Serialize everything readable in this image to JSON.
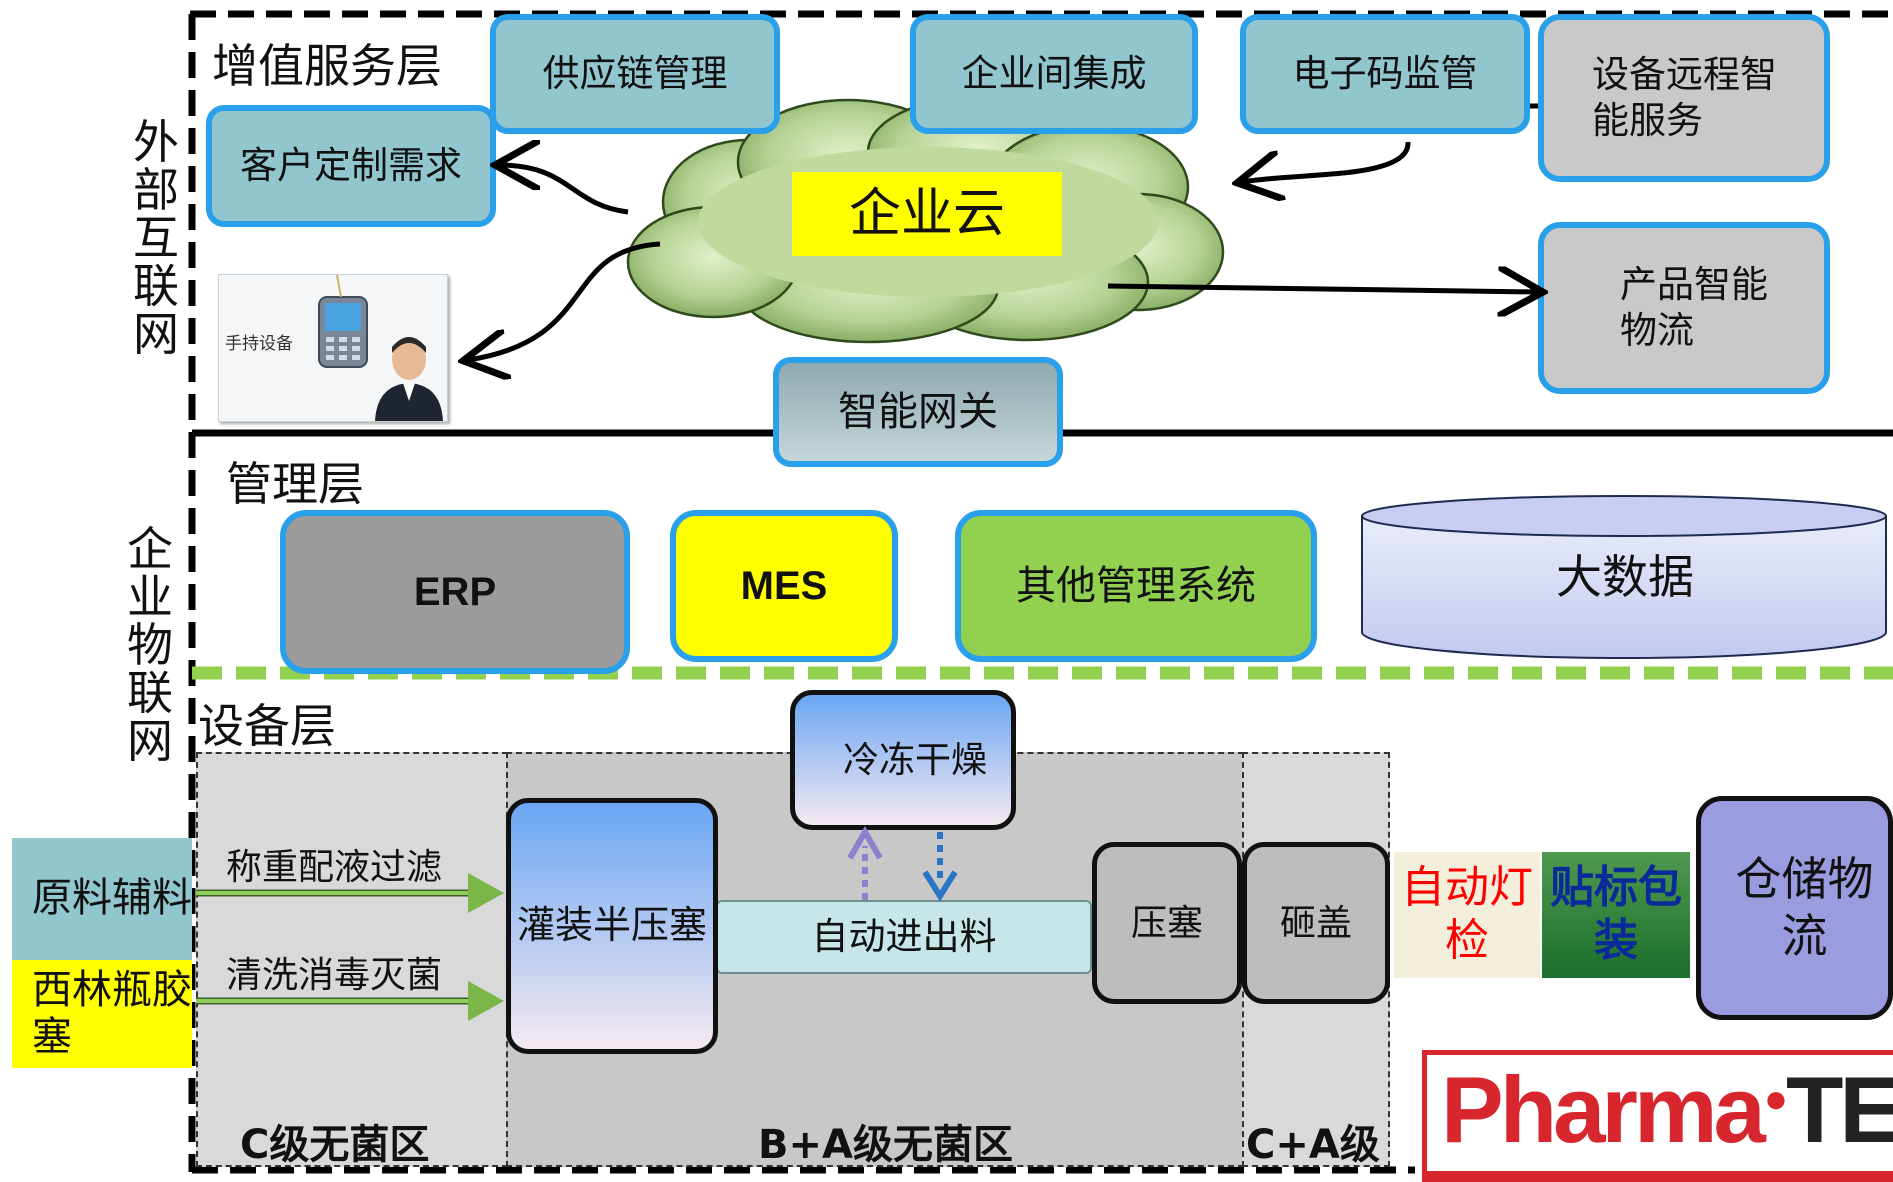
{
  "side_labels": {
    "external": "外部互联网",
    "enterprise": "企业物联网"
  },
  "layers": {
    "value_added": "增值服务层",
    "management": "管理层",
    "equipment": "设备层"
  },
  "value_services": {
    "supply_chain": "供应链管理",
    "inter_enterprise": "企业间集成",
    "e_code": "电子码监管",
    "remote_service": "设备远程智能服务",
    "customer_demand": "客户定制需求",
    "smart_logistics": "产品智能物流",
    "handheld": "手持设备",
    "cloud": "企业云",
    "gateway": "智能网关"
  },
  "management": {
    "erp": "ERP",
    "mes": "MES",
    "other": "其他管理系统",
    "bigdata": "大数据"
  },
  "equipment": {
    "raw_material": "原料辅料",
    "vial": "西林瓶胶塞",
    "weigh": "称重配液过滤",
    "wash": "清洗消毒灭菌",
    "filling": "灌装半压塞",
    "freeze_dry": "冷冻干燥",
    "auto_load": "自动进出料",
    "press": "压塞",
    "cap": "砸盖",
    "inspect": "自动灯检",
    "label": "贴标包装",
    "storage": "仓储物流",
    "zone_c": "C级无菌区",
    "zone_ba": "B+A级无菌区",
    "zone_ca": "C+A级"
  },
  "brand": {
    "part1": "Pharma",
    "part2": "TEC"
  },
  "colors": {
    "blue_border": "#2aa0ea",
    "teal": "#92c6cf",
    "yellow": "#ffff00",
    "green": "#92d050",
    "brand_red": "#d7262e"
  }
}
